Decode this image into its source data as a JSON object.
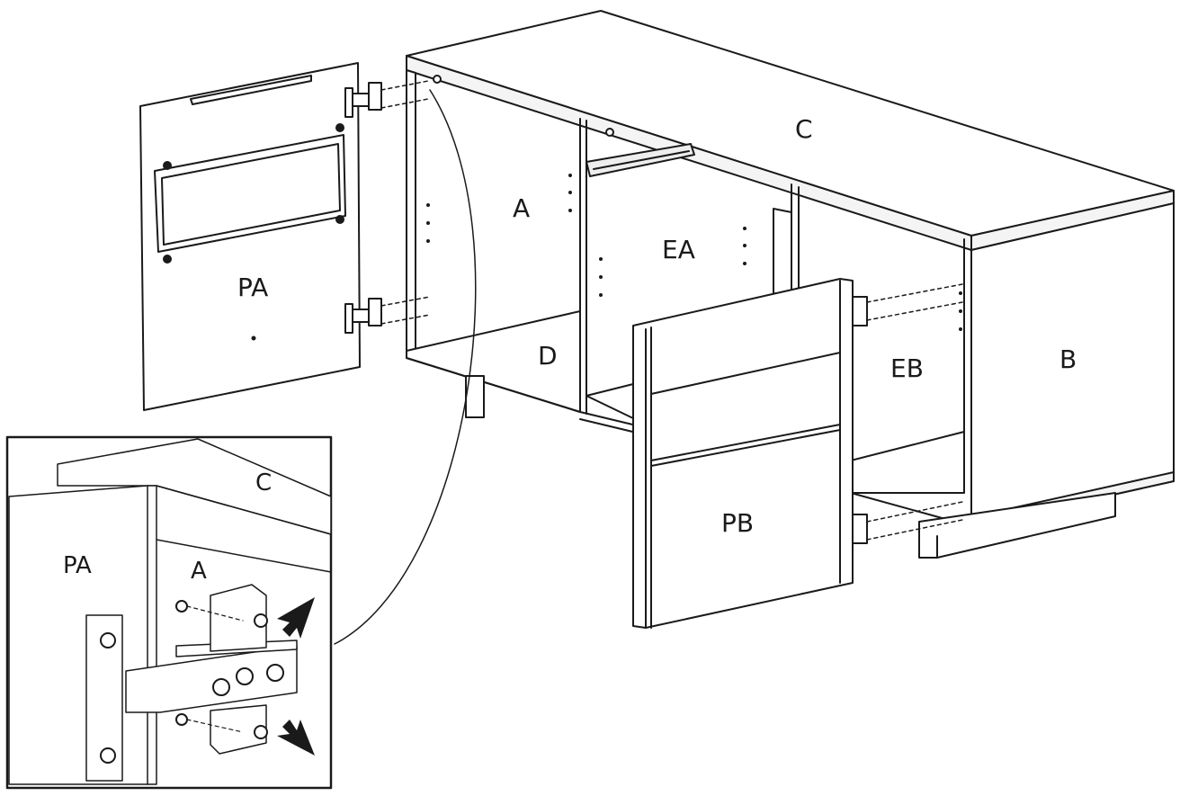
{
  "labels": {
    "top": "C",
    "side_right": "B",
    "side_left": "A",
    "shelf": "D",
    "middle": "EA",
    "right_inner": "EB",
    "door_left": "PA",
    "door_right": "PB"
  },
  "detail": {
    "top": "C",
    "door": "PA",
    "side": "A"
  },
  "colors": {
    "line": "#1a1a1a",
    "background": "#ffffff",
    "shade": "#e6e6e6",
    "metal": "#d8d8d8"
  }
}
